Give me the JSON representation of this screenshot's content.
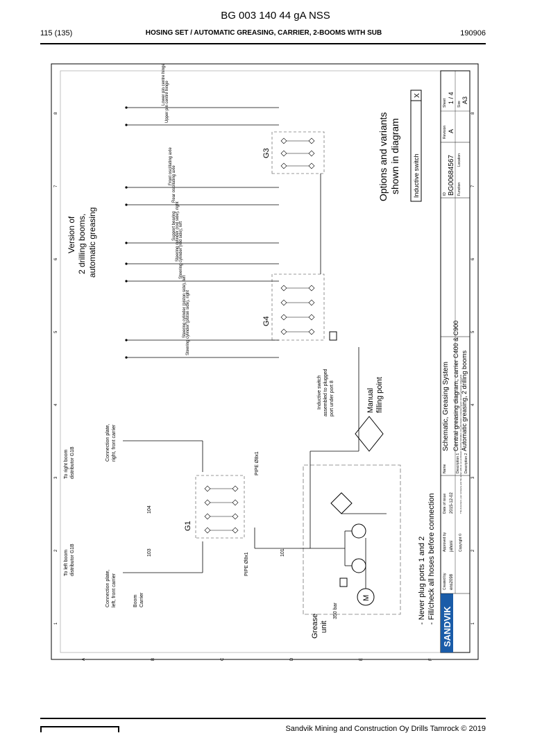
{
  "header": {
    "doc_title": "BG 003 140 44 gA NSS",
    "page_number": "115 (135)",
    "section_title": "HOSING SET / AUTOMATIC GREASING, CARRIER, 2-BOOMS WITH SUB",
    "doc_date": "190906"
  },
  "footer": {
    "text": "Sandvik Mining and Construction Oy Drills Tamrock © 2019"
  },
  "drawing": {
    "version_title": [
      "Version of",
      "2 drilling booms,",
      "automatic greasing"
    ],
    "options_title": [
      "Options and variants",
      "shown in diagram"
    ],
    "option_item": "Inductive switch",
    "option_mark": "X",
    "manual_filling": [
      "Manual",
      "filling point"
    ],
    "grease_unit": [
      "Grease",
      "unit"
    ],
    "pressure": "350 bar",
    "motor_symbol": "M",
    "notes": [
      "- Never plug ports 1 and 2",
      "- Fill/check all hoses before connection"
    ],
    "inductive_note": [
      "Inductive switch",
      "assembled to plugged",
      "port under port 8"
    ],
    "pipe_label": "PIPE Ø8x1",
    "group_labels": {
      "g1": "G1",
      "g3": "G3",
      "g4": "G4"
    },
    "hose_numbers": {
      "h101": "101",
      "h103": "103",
      "h104": "104"
    },
    "connection_right": [
      "Connection plate,",
      "right, front carrier"
    ],
    "connection_left": [
      "Connection plate,",
      "left, front carrier"
    ],
    "boom_carrier": [
      "Boom",
      "Carrier"
    ],
    "to_right_boom": [
      "To right boom",
      "distributor G1B"
    ],
    "to_left_boom": [
      "To left boom",
      "distributor G1B"
    ],
    "hose_points": {
      "lower_pin": "Lower pin centre hinge",
      "upper_pin": "Upper pin centre hinge",
      "front_osc": "Front oscillating axle",
      "rear_osc": "Rear oscillating axle",
      "support": "Support bearing",
      "steer_rod_right": "Steering cylinder (rod side), right",
      "steer_rod_left": "Steering cylinder (rod side), left",
      "steer_piston_left": "Steering cylinder (piston side), left",
      "steer_piston_right": "Steering cylinder (piston side), right"
    },
    "grid_columns": [
      "A",
      "B",
      "C",
      "D",
      "E",
      "F"
    ],
    "grid_rows": [
      "1",
      "2",
      "3",
      "4",
      "5",
      "6",
      "7",
      "8"
    ],
    "title_block": {
      "brand": "SANDVIK",
      "created_by_label": "Created by",
      "created_by": "ens2098",
      "approved_by_label": "Approved by",
      "approved_by": "jahoni",
      "date_label": "Date of issue",
      "date": "2015-12-02",
      "copyright": "Copyright ©",
      "disclaimer": "This document, your company and the owner without our permission is strictly forbidden. Any information contained herein remains property of Sandvik.",
      "name_label": "Name",
      "name": "Schematic, Greasing System",
      "desc1_label": "Description 1",
      "desc1": "Central greasing diagram, carrier C400 & C900",
      "desc2_label": "Description 2",
      "desc2": "Automatic greasing, 2 drilling booms",
      "id_label": "ID",
      "id": "BG00684567",
      "revision_label": "Revision",
      "revision": "A",
      "sheet_label": "Sheet",
      "sheet": "1 / 4",
      "function_label": "Function",
      "location_label": "Location",
      "size_label": "Size",
      "size": "A3"
    }
  }
}
